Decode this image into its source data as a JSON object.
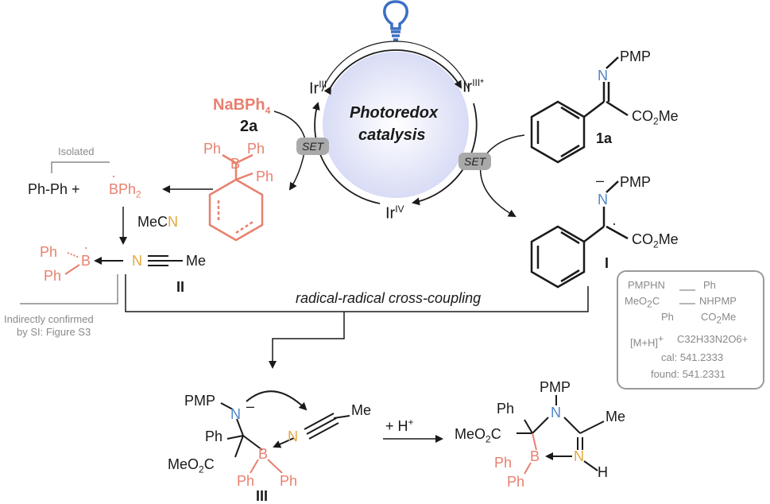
{
  "photocatalysis": {
    "line1": "Photoredox",
    "line2": "catalysis",
    "ir3_left": "Ir",
    "ir3_left_sup": "III",
    "ir3_star": "Ir",
    "ir3_star_sup": "III*",
    "ir4": "Ir",
    "ir4_sup": "IV",
    "set_left": "SET",
    "set_right": "SET"
  },
  "reagents": {
    "nabph4": "NaBPh",
    "nabph4_sub": "4",
    "label_2a": "2a",
    "ph": "Ph",
    "b": "B",
    "pmp": "PMP",
    "n": "N",
    "co2me": "CO",
    "co2me_sub": "2",
    "co2me_tail": "Me",
    "label_1a": "1a",
    "label_I": "I",
    "minus": "–"
  },
  "radical_path": {
    "isolated": "Isolated",
    "phph": "Ph-Ph +",
    "bph2": "BPh",
    "bph2_sub": "2",
    "mecn_text": "MeC",
    "mecn_n": "N",
    "me": "Me",
    "label_II": "II",
    "indirect1": "Indirectly confirmed",
    "indirect2": "by SI: Figure S3"
  },
  "coupling": {
    "label": "radical-radical cross-coupling"
  },
  "ms_box": {
    "pmphn": "PMPHN",
    "ph_top": "Ph",
    "meo2c": "MeO",
    "meo2c_sub": "2",
    "meo2c_tail": "C",
    "nhpmp": "NHPMP",
    "ph_bottom": "Ph",
    "co2me": "CO",
    "co2me_sub": "2",
    "co2me_tail": "Me",
    "mh": "[M+H]",
    "mh_sup": "+",
    "formula": "C32H33N2O6+",
    "cal": "cal: 541.2333",
    "found": "found: 541.2331"
  },
  "final": {
    "pmp": "PMP",
    "n_minus": "–",
    "ph": "Ph",
    "meo2c": "MeO",
    "meo2c_sub": "2",
    "meo2c_tail": "C",
    "me": "Me",
    "label_III": "III",
    "plus_h": "+ H",
    "plus_h_sup": "+",
    "h": "H"
  },
  "colors": {
    "boron": "#e8806f",
    "nitrogen_imine": "#4f86c6",
    "nitrogen_nitrile": "#e4a83a",
    "catalyst_fill": "#e6e8f8",
    "bulb": "#3a6fc4"
  }
}
